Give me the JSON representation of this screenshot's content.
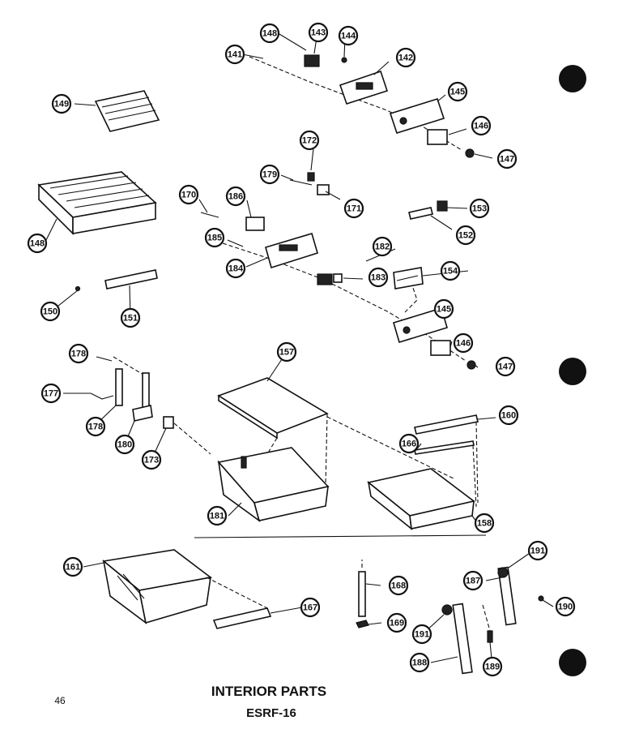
{
  "title": "INTERIOR PARTS",
  "model": "ESRF-16",
  "page_number": "46",
  "callouts": [
    {
      "id": "c148a",
      "number": "148"
    },
    {
      "id": "c143",
      "number": "143"
    },
    {
      "id": "c144",
      "number": "144"
    },
    {
      "id": "c141",
      "number": "141"
    },
    {
      "id": "c142",
      "number": "142"
    },
    {
      "id": "c145a",
      "number": "145"
    },
    {
      "id": "c146a",
      "number": "146"
    },
    {
      "id": "c147a",
      "number": "147"
    },
    {
      "id": "c149",
      "number": "149"
    },
    {
      "id": "c172",
      "number": "172"
    },
    {
      "id": "c179",
      "number": "179"
    },
    {
      "id": "c171",
      "number": "171"
    },
    {
      "id": "c170",
      "number": "170"
    },
    {
      "id": "c186",
      "number": "186"
    },
    {
      "id": "c153",
      "number": "153"
    },
    {
      "id": "c148b",
      "number": "148"
    },
    {
      "id": "c152",
      "number": "152"
    },
    {
      "id": "c185",
      "number": "185"
    },
    {
      "id": "c182",
      "number": "182"
    },
    {
      "id": "c184",
      "number": "184"
    },
    {
      "id": "c154",
      "number": "154"
    },
    {
      "id": "c183",
      "number": "183"
    },
    {
      "id": "c150",
      "number": "150"
    },
    {
      "id": "c151",
      "number": "151"
    },
    {
      "id": "c145b",
      "number": "145"
    },
    {
      "id": "c146b",
      "number": "146"
    },
    {
      "id": "c157",
      "number": "157"
    },
    {
      "id": "c178a",
      "number": "178"
    },
    {
      "id": "c147b",
      "number": "147"
    },
    {
      "id": "c177",
      "number": "177"
    },
    {
      "id": "c160",
      "number": "160"
    },
    {
      "id": "c178b",
      "number": "178"
    },
    {
      "id": "c166",
      "number": "166"
    },
    {
      "id": "c180",
      "number": "180"
    },
    {
      "id": "c173",
      "number": "173"
    },
    {
      "id": "c181",
      "number": "181"
    },
    {
      "id": "c158",
      "number": "158"
    },
    {
      "id": "c161",
      "number": "161"
    },
    {
      "id": "c191a",
      "number": "191"
    },
    {
      "id": "c187",
      "number": "187"
    },
    {
      "id": "c168",
      "number": "168"
    },
    {
      "id": "c190",
      "number": "190"
    },
    {
      "id": "c167",
      "number": "167"
    },
    {
      "id": "c169",
      "number": "169"
    },
    {
      "id": "c191b",
      "number": "191"
    },
    {
      "id": "c188",
      "number": "188"
    },
    {
      "id": "c189",
      "number": "189"
    }
  ]
}
